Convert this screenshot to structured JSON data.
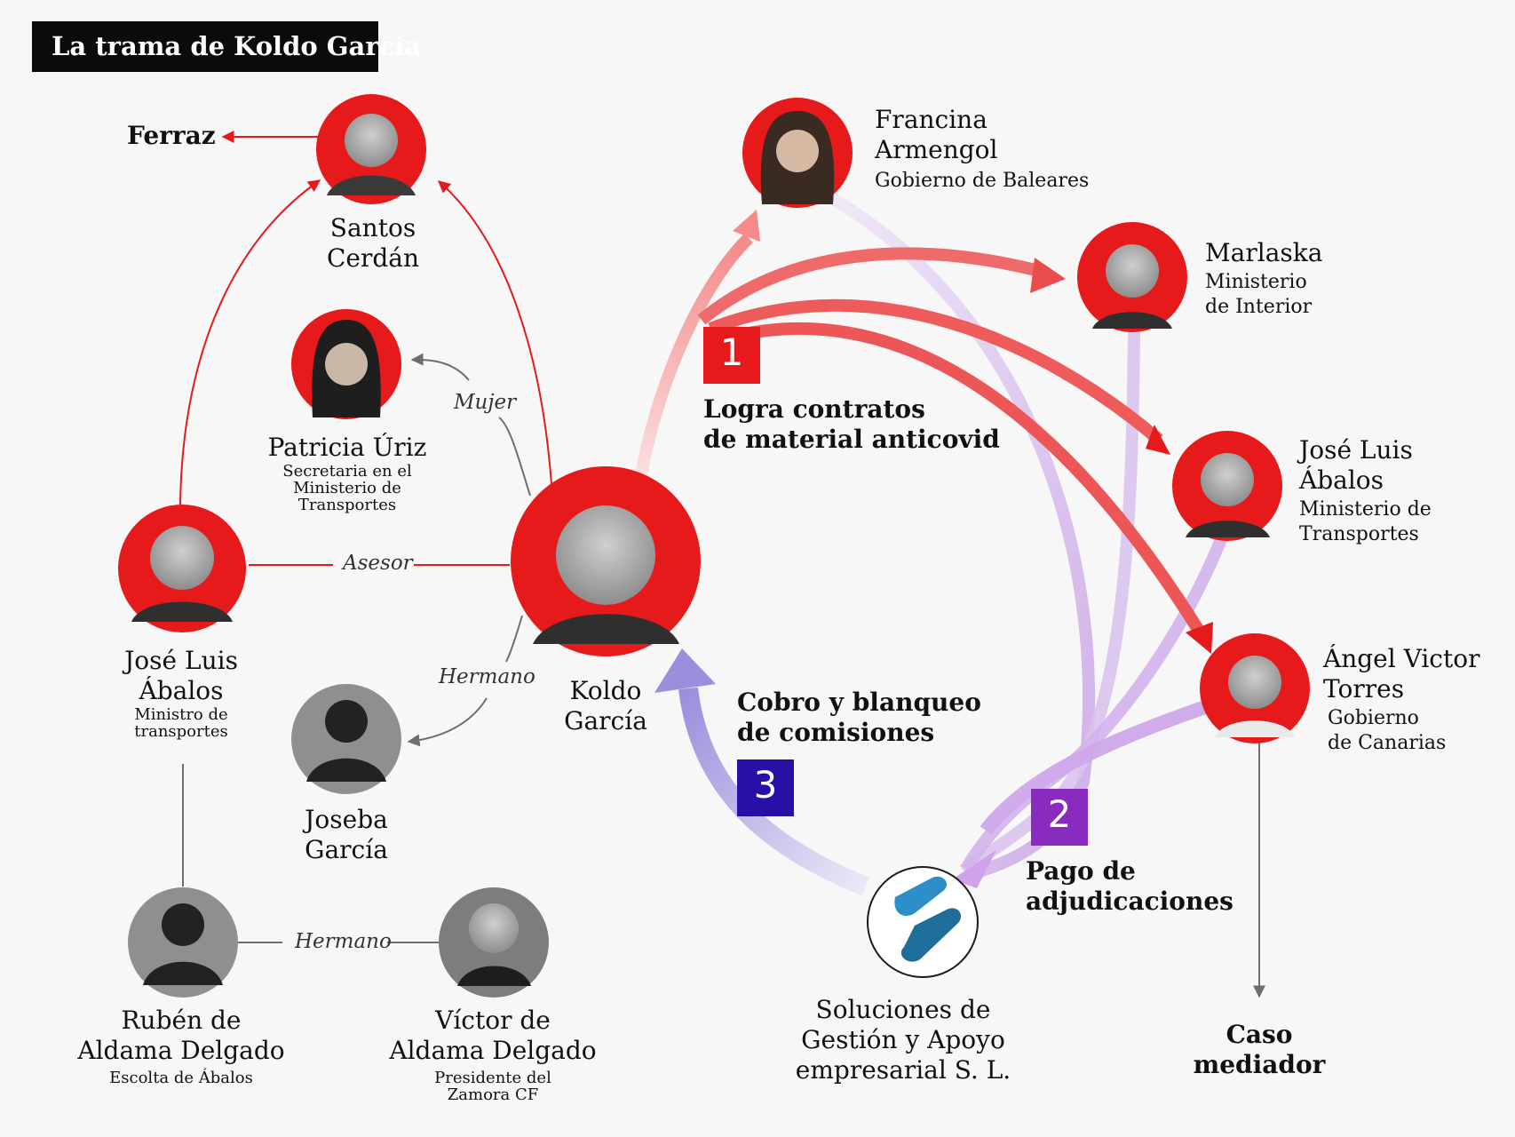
{
  "title": "La trama de Koldo García",
  "colors": {
    "red": "#e6191b",
    "dark_purple": "#2a0fa6",
    "purple": "#8a2bc0",
    "lilac": "#c8a8e3",
    "periwinkle": "#8e86d6",
    "line_gray": "#6e6e6e"
  },
  "people": {
    "santos": {
      "name_l1": "Santos",
      "name_l2": "Cerdán"
    },
    "ferraz": {
      "label": "Ferraz"
    },
    "patricia": {
      "name": "Patricia Úriz",
      "role_l1": "Secretaria en el",
      "role_l2": "Ministerio de",
      "role_l3": "Transportes"
    },
    "abalos_left": {
      "name_l1": "José Luis",
      "name_l2": "Ábalos",
      "role_l1": "Ministro de",
      "role_l2": "transportes"
    },
    "koldo": {
      "name_l1": "Koldo",
      "name_l2": "García"
    },
    "joseba": {
      "name_l1": "Joseba",
      "name_l2": "García"
    },
    "ruben": {
      "name_l1": "Rubén de",
      "name_l2": "Aldama Delgado",
      "role": "Escolta de Ábalos"
    },
    "victor": {
      "name_l1": "Víctor de",
      "name_l2": "Aldama Delgado",
      "role_l1": "Presidente del",
      "role_l2": "Zamora CF"
    },
    "armengol": {
      "name_l1": "Francina",
      "name_l2": "Armengol",
      "role": "Gobierno de Baleares"
    },
    "marlaska": {
      "name": "Marlaska",
      "role_l1": "Ministerio",
      "role_l2": "de Interior"
    },
    "abalos_right": {
      "name_l1": "José Luis",
      "name_l2": "Ábalos",
      "role_l1": "Ministerio de",
      "role_l2": "Transportes"
    },
    "torres": {
      "name_l1": "Ángel Victor",
      "name_l2": "Torres",
      "role_l1": "Gobierno",
      "role_l2": "de Canarias"
    },
    "company": {
      "name_l1": "Soluciones de",
      "name_l2": "Gestión y Apoyo",
      "name_l3": "empresarial S. L."
    },
    "mediador": {
      "label_l1": "Caso",
      "label_l2": "mediador"
    }
  },
  "relations": {
    "mujer": "Mujer",
    "asesor": "Asesor",
    "hermano_koldo": "Hermano",
    "hermano_aldama": "Hermano"
  },
  "steps": [
    {
      "number": "1",
      "text_l1": "Logra contratos",
      "text_l2": "de material anticovid"
    },
    {
      "number": "2",
      "text_l1": "Pago de",
      "text_l2": "adjudicaciones"
    },
    {
      "number": "3",
      "text_l1": "Cobro y blanqueo",
      "text_l2": "de comisiones"
    }
  ]
}
